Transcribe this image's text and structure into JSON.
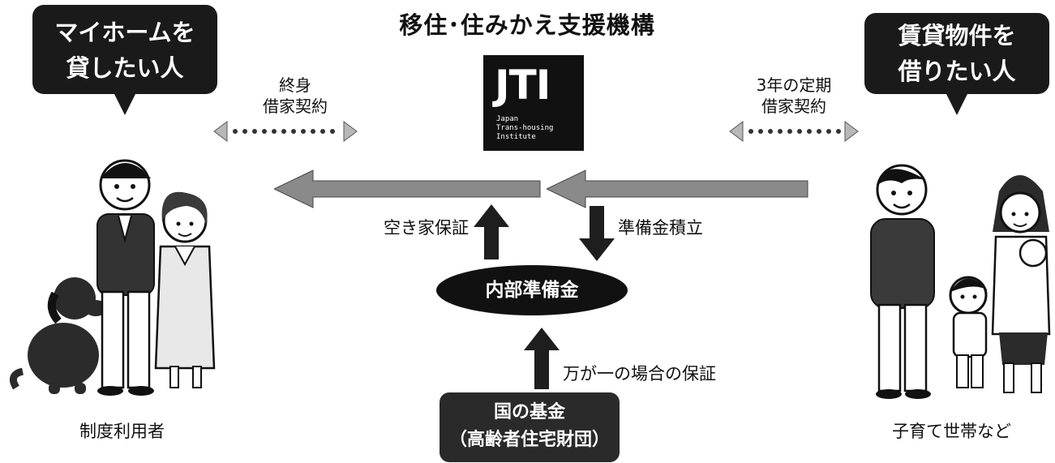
{
  "title": "移住･住みかえ支援機構",
  "left_bubble": [
    "マイホームを",
    "貸したい人"
  ],
  "right_bubble": [
    "賃貸物件を",
    "借りたい人"
  ],
  "left_contract": [
    "終身",
    "借家契約"
  ],
  "right_contract": [
    "3年の定期",
    "借家契約"
  ],
  "jti": {
    "logo": "JTI",
    "subtitle": "Japan\nTrans-housing\nInstitute"
  },
  "vacancy_guarantee": "空き家保証",
  "reserve_accumulation": "準備金積立",
  "internal_reserve": "内部準備金",
  "emergency_guarantee": "万が一の場合の保証",
  "national_fund": [
    "国の基金",
    "（高齢者住宅財団）"
  ],
  "left_caption": "制度利用者",
  "right_caption": "子育て世帯など",
  "colors": {
    "dark": "#1a1a1a",
    "arrow_gray": "#8a8a8a",
    "arrow_dark": "#2a2a2a"
  }
}
